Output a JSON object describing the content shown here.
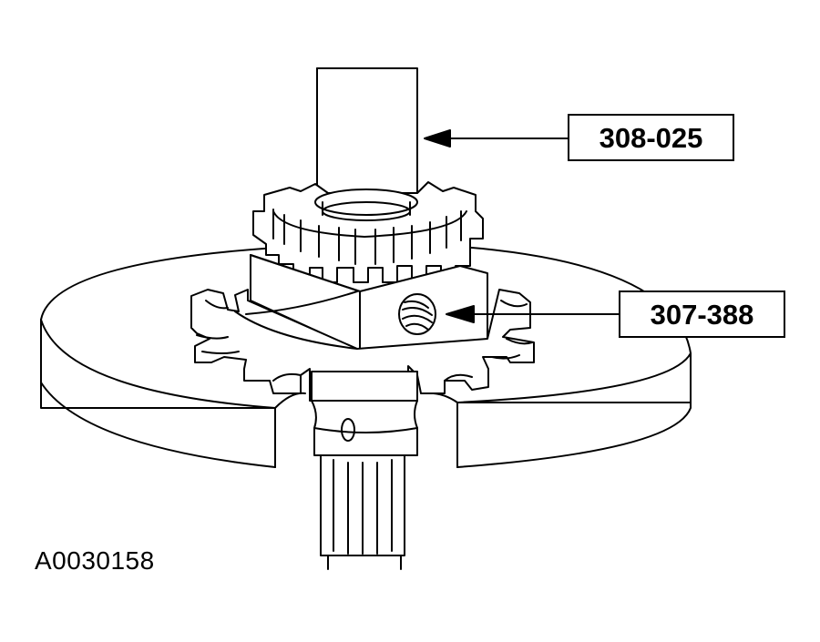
{
  "callouts": {
    "tool_308": "308-025",
    "tool_307": "307-388"
  },
  "figure_code": "A0030158",
  "colors": {
    "line": "#000000",
    "background": "#ffffff"
  }
}
